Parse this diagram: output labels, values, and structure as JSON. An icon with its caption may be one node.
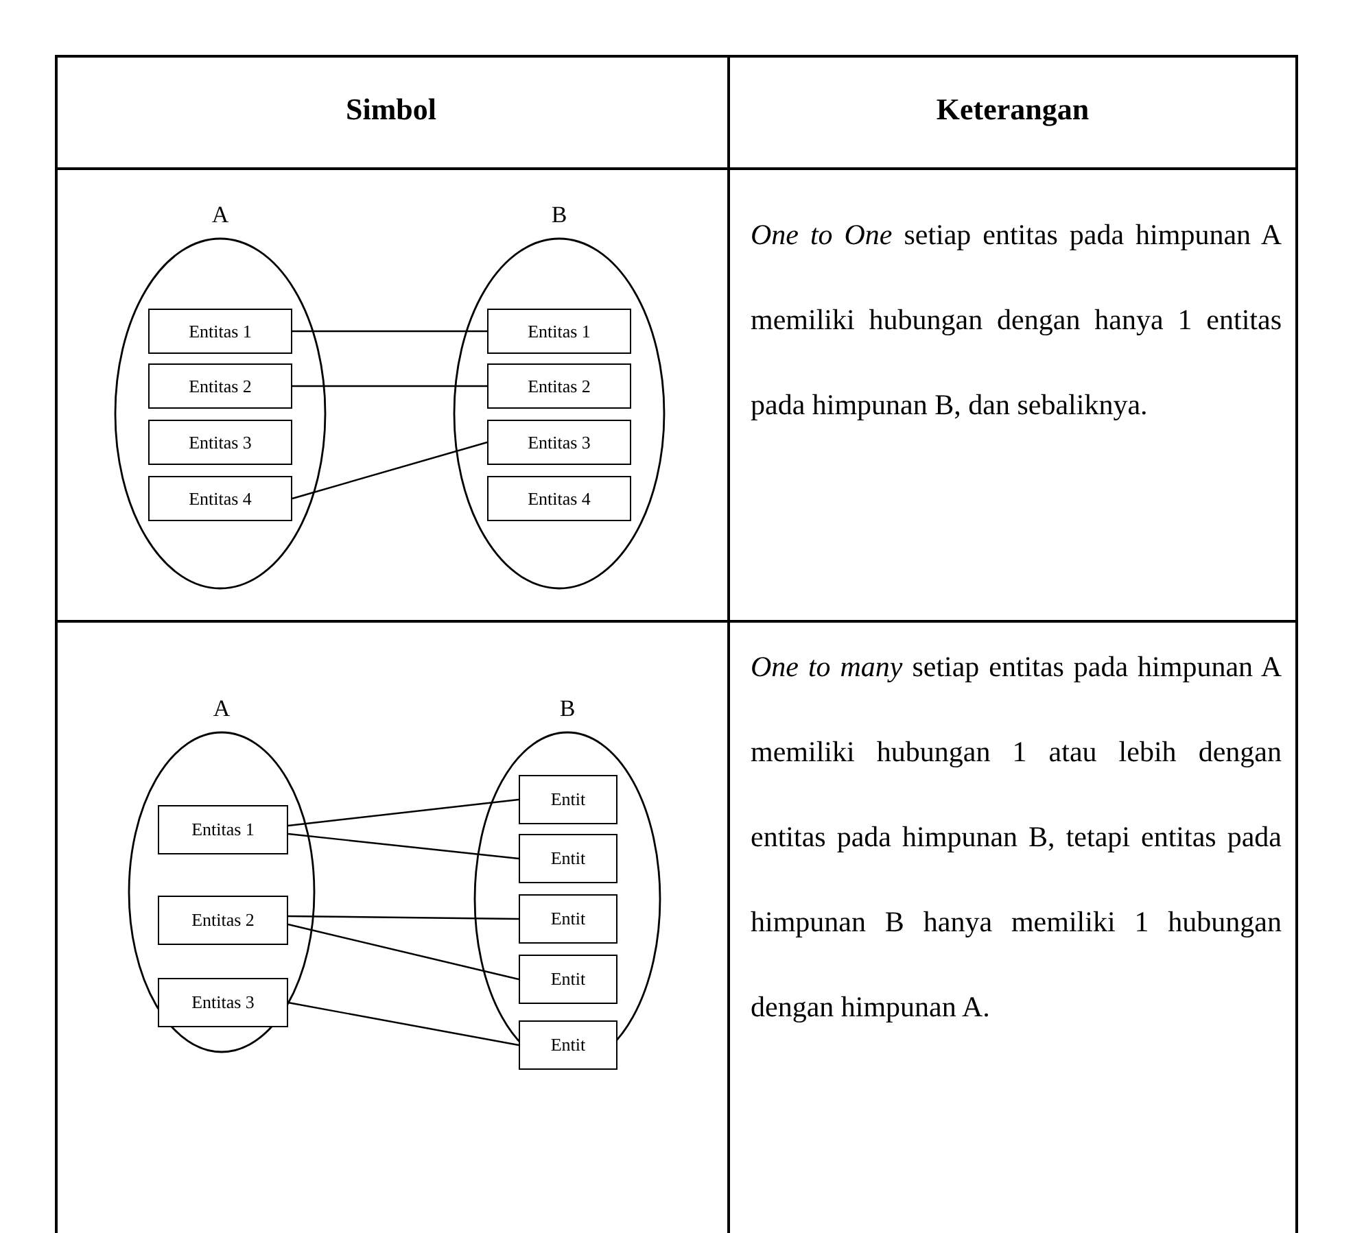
{
  "diagram": {
    "nodes": [
      {
        "text": [
          "A"
        ]
      },
      {
        "text": [
          "Entitas 1"
        ],
        "in": 0
      },
      {
        "text": [
          "Entitas 2"
        ],
        "in": 0
      },
      {
        "text": [
          "Entitas 3"
        ],
        "in": 0
      },
      {
        "text": [
          "Entitas 4"
        ],
        "in": 0
      },
      {
        "text": [
          "B"
        ]
      },
      {
        "text": [
          "Entitas 1"
        ],
        "in": 5
      },
      {
        "text": [
          "Entitas 2"
        ],
        "in": 5
      },
      {
        "text": [
          "Entitas 3"
        ],
        "in": 5
      },
      {
        "text": [
          "Entitas 4"
        ],
        "in": 5
      },
      {
        "text": [
          "A"
        ]
      },
      {
        "text": [
          "Entitas 1"
        ],
        "in": 10
      },
      {
        "text": [
          "Entitas 2"
        ],
        "in": 10
      },
      {
        "text": [
          "Entitas 3"
        ],
        "in": 10
      },
      {
        "text": [
          "B"
        ]
      },
      {
        "text": [
          "Entit"
        ],
        "in": 14
      },
      {
        "text": [
          "Entit"
        ],
        "in": 14
      },
      {
        "text": [
          "Entit"
        ],
        "in": 14
      },
      {
        "text": [
          "Entit"
        ],
        "in": 14
      },
      {
        "text": [
          "Entit"
        ],
        "in": 14
      }
    ],
    "edges": [
      {
        "from": 1,
        "to": 6,
        "arrow": "none"
      },
      {
        "from": 2,
        "to": 7,
        "arrow": "none"
      },
      {
        "from": 4,
        "to": 8,
        "arrow": "none"
      },
      {
        "from": 11,
        "to": 15,
        "arrow": "none"
      },
      {
        "from": 11,
        "to": 16,
        "arrow": "none"
      },
      {
        "from": 12,
        "to": 17,
        "arrow": "none"
      },
      {
        "from": 12,
        "to": 18,
        "arrow": "none"
      },
      {
        "from": 13,
        "to": 19,
        "arrow": "none"
      }
    ],
    "labels": [
      "Simbol",
      "Keterangan",
      "*One to One* setiap entitas pada himpunan A memiliki hubungan dengan hanya 1 entitas pada himpunan B, dan sebaliknya.",
      "*One to many* setiap entitas pada himpunan A memiliki hubungan 1 atau lebih dengan entitas pada himpunan B, tetapi entitas pada himpunan B hanya memiliki 1 hubungan dengan himpunan A."
    ]
  }
}
